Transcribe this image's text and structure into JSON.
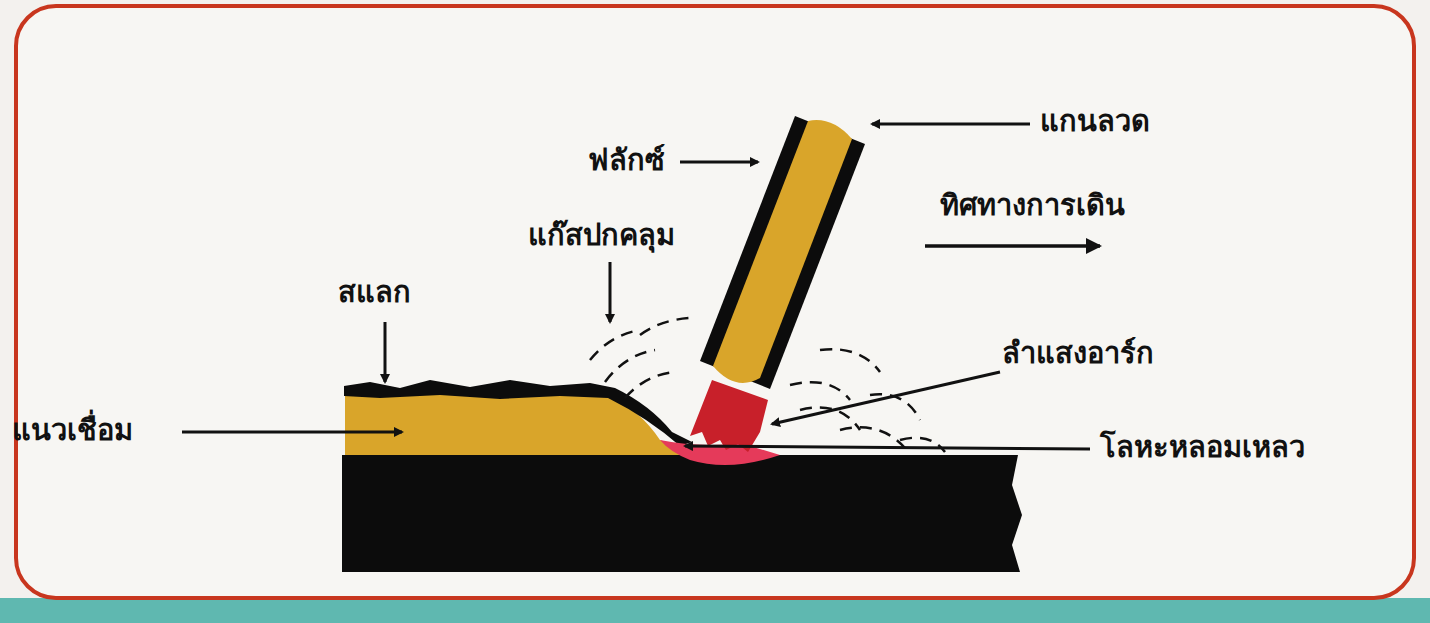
{
  "diagram": {
    "labels": [
      "แกนลวด",
      "ฟลักซ์",
      "ทิศทางการเดิน",
      "แก๊สปกคลุม",
      "สแลก",
      "ลำแสงอาร์ก",
      "แนวเชื่อม",
      "โลหะหลอมเหลว"
    ]
  }
}
